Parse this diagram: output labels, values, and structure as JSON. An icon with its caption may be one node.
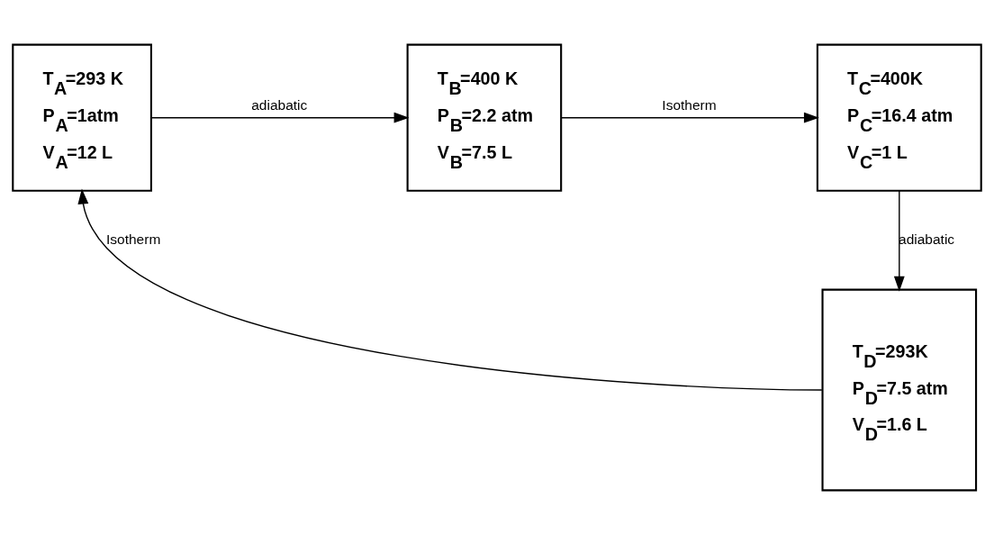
{
  "diagram": {
    "nodes": [
      {
        "text": [
          "T$_{A}$=293 K",
          "P$_{A}$=1atm",
          "V$_{A}$=12 L"
        ]
      },
      {
        "text": [
          "T$_{B}$=400 K",
          "P$_{B}$=2.2 atm",
          "V$_{B}$=7.5 L"
        ]
      },
      {
        "text": [
          "T$_{C}$=400K",
          "P$_{C}$=16.4 atm",
          "V$_{C}$=1 L"
        ]
      },
      {
        "text": [
          "T$_{D}$=293K",
          "P$_{D}$=7.5 atm",
          "V$_{D}$=1.6 L"
        ]
      }
    ],
    "edges": [
      {
        "from": 0,
        "to": 1,
        "arrow": "to",
        "label": "adiabatic"
      },
      {
        "from": 1,
        "to": 2,
        "arrow": "to",
        "label": "Isotherm"
      },
      {
        "from": 2,
        "to": 3,
        "arrow": "to",
        "label": "adiabatic"
      },
      {
        "from": 3,
        "to": 0,
        "arrow": "to",
        "label": "Isotherm"
      }
    ]
  }
}
